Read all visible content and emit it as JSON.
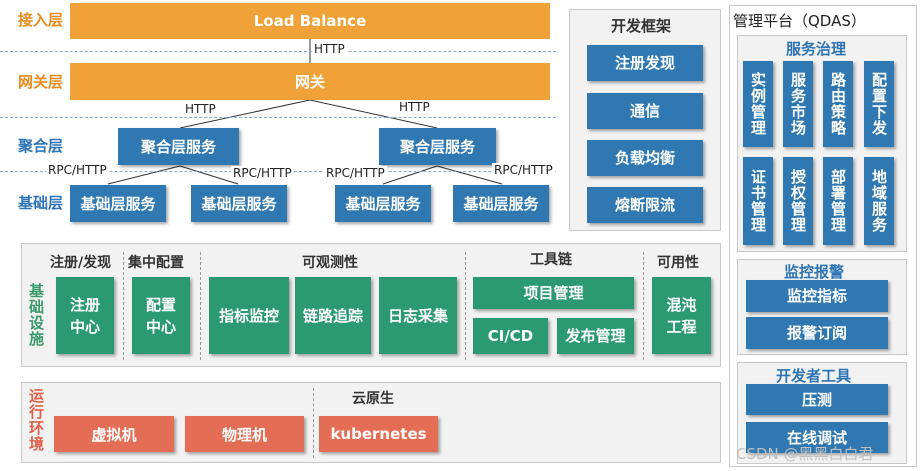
{
  "layers": {
    "access": "接入层",
    "gateway": "网关层",
    "aggregation": "聚合层",
    "basic": "基础层"
  },
  "top": {
    "load_balance": "Load Balance",
    "gateway": "网关",
    "agg_service": "聚合层服务",
    "basic_service": "基础层服务"
  },
  "protocols": {
    "http": "HTTP",
    "rpc_http": "RPC/HTTP"
  },
  "dev_framework": {
    "title": "开发框架",
    "items": [
      "注册发现",
      "通信",
      "负载均衡",
      "熔断限流"
    ]
  },
  "management": {
    "title": "管理平台（QDAS）",
    "governance": {
      "title": "服务治理",
      "items": [
        "实例管理",
        "服务市场",
        "路由策略",
        "配置下发",
        "证书管理",
        "授权管理",
        "部署管理",
        "地域服务"
      ]
    },
    "monitoring": {
      "title": "监控报警",
      "items": [
        "监控指标",
        "报警订阅"
      ]
    },
    "dev_tools": {
      "title": "开发者工具",
      "items": [
        "压测",
        "在线调试"
      ]
    }
  },
  "infrastructure": {
    "label": "基础设施",
    "registry": {
      "title": "注册/发现",
      "item": "注册中心"
    },
    "config": {
      "title": "集中配置",
      "item": "配置中心"
    },
    "observability": {
      "title": "可观测性",
      "items": [
        "指标监控",
        "链路追踪",
        "日志采集"
      ]
    },
    "toolchain": {
      "title": "工具链",
      "items": [
        "项目管理",
        "CI/CD",
        "发布管理"
      ]
    },
    "availability": {
      "title": "可用性",
      "item": "混沌工程"
    }
  },
  "runtime": {
    "label": "运行环境",
    "items": [
      "虚拟机",
      "物理机"
    ],
    "cloud_native": {
      "title": "云原生",
      "item": "kubernetes"
    }
  },
  "watermark": "CSDN @黑黑白白君",
  "colors": {
    "orange": "#f0a238",
    "blue": "#2f78b2",
    "green": "#2b9a73",
    "red": "#e46d55"
  }
}
